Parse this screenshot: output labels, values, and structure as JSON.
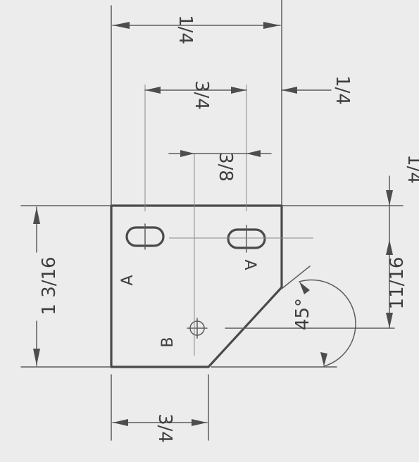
{
  "drawing": {
    "dimensions": {
      "top_overall": "1/4",
      "top_slot_spacing": "3/4",
      "right_edge_1": "1/4",
      "center_offset": "3/8",
      "right_side_top": "1/4",
      "right_side_lower": "11/16",
      "angle": "45°",
      "left_height": "1 3/16",
      "bottom_width": "3/4"
    },
    "labels": {
      "hole_a": "A",
      "hole_b": "B",
      "hole_a2": "A"
    },
    "colors": {
      "ink": "#4a4a4a",
      "paper": "#ececec"
    }
  }
}
